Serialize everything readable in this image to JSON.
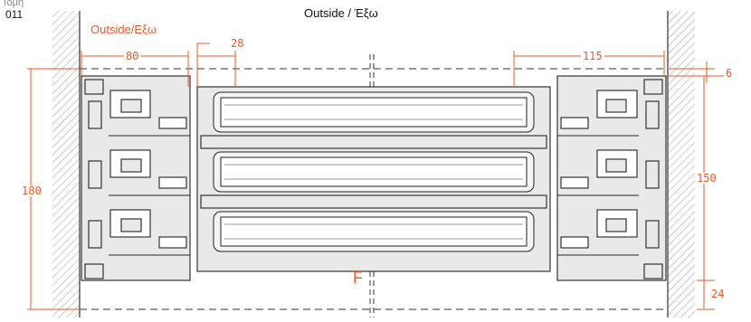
{
  "header": {
    "top_left_label": "Τομή",
    "drawing_code": "011",
    "top_caption": "Outside / Έξω",
    "side_label": "Outside/Εξω"
  },
  "dimensions": {
    "d80": "80",
    "d28": "28",
    "d115": "115",
    "d6": "6",
    "d180": "180",
    "d150": "150",
    "d24": "24"
  },
  "markers": {
    "F": "F"
  },
  "colors": {
    "dimension": "#e8592a",
    "profile_fill": "#e9e9e9",
    "profile_stroke": "#222222",
    "glass_fill": "#f4f4f4",
    "hatch": "#9a9a9a"
  }
}
